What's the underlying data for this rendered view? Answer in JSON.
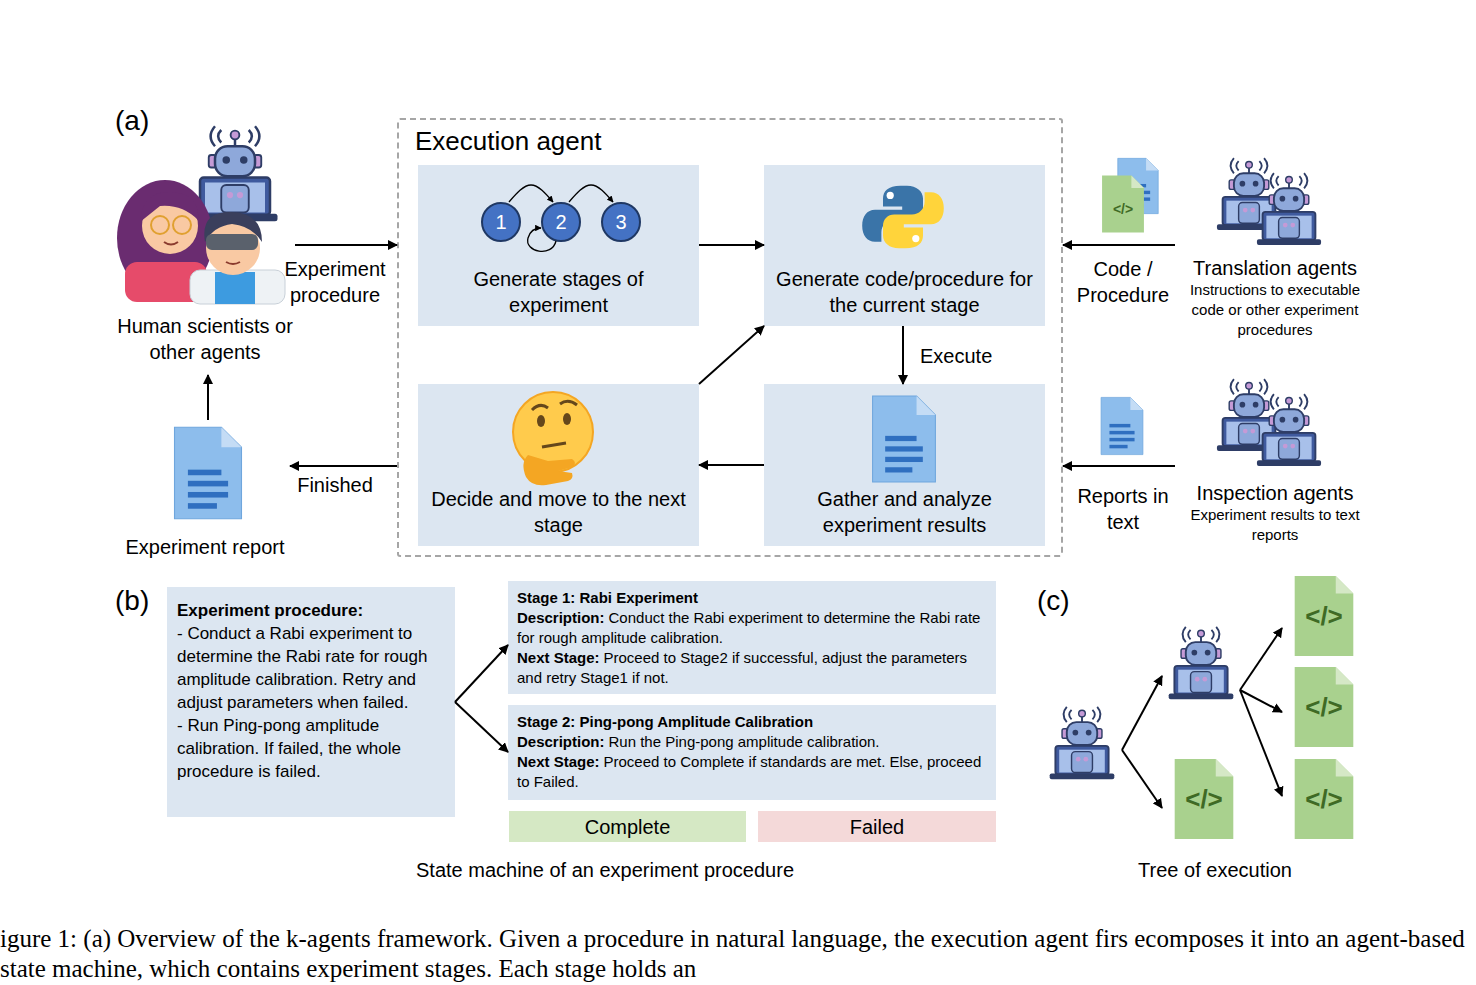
{
  "diagram": {
    "caption": "igure 1: (a) Overview of the k-agents framework. Given a procedure in natural language, the execution agent firs ecomposes it into an agent-based state machine, which contains experiment stages. Each stage holds an",
    "nodes": [
      {
        "text": [
          "Human scientists or other agents"
        ]
      },
      {
        "text": [
          "Execution agent"
        ]
      },
      {
        "text": [
          "Generate stages of experiment"
        ],
        "in": 1
      },
      {
        "text": [
          "1"
        ],
        "in": 2
      },
      {
        "text": [
          "2"
        ],
        "in": 2
      },
      {
        "text": [
          "3"
        ],
        "in": 2
      },
      {
        "text": [
          "Generate code/procedure for the current stage"
        ],
        "in": 1
      },
      {
        "text": [
          "Translation agents",
          "Instructions to executable code or other experiment procedures"
        ]
      },
      {
        "text": [
          "Decide and move to the next stage"
        ],
        "in": 1
      },
      {
        "text": [
          "Gather and analyze experiment results"
        ],
        "in": 1
      },
      {
        "text": [
          "Inspection agents",
          "Experiment results to text reports"
        ]
      },
      {
        "text": [
          "Experiment report"
        ]
      },
      {
        "text": [
          "Experiment procedure:",
          "- Conduct a Rabi experiment to determine the Rabi rate for rough amplitude calibration. Retry and adjust parameters when failed.",
          "- Run Ping-pong amplitude calibration. If failed, the whole procedure is failed."
        ]
      },
      {
        "text": [
          "Stage 1: Rabi Experiment",
          "Description:",
          "Conduct the Rabi experiment to determine the Rabi rate for rough amplitude calibration.",
          "Next Stage:",
          "Proceed to Stage2 if successful, adjust the parameters and retry Stage1 if not."
        ]
      },
      {
        "text": [
          "Stage 2: Ping-pong Amplitude Calibration",
          "Description:",
          "Run the Ping-pong amplitude calibration.",
          "Next Stage:",
          "Proceed to Complete if standards are met. Else, proceed to Failed."
        ]
      },
      {
        "text": [
          "Complete"
        ]
      },
      {
        "text": [
          "Failed"
        ]
      }
    ],
    "edges": [
      {
        "from": 0,
        "to": 1,
        "arrow": "to",
        "label": "Experiment procedure"
      },
      {
        "from": 2,
        "to": 6,
        "arrow": "to"
      },
      {
        "from": 3,
        "to": 4,
        "arrow": "to"
      },
      {
        "from": 4,
        "to": 5,
        "arrow": "to"
      },
      {
        "from": 7,
        "to": 1,
        "arrow": "to",
        "label": "Code / Procedure"
      },
      {
        "from": 6,
        "to": 9,
        "arrow": "to",
        "label": "Execute"
      },
      {
        "from": 9,
        "to": 8,
        "arrow": "to"
      },
      {
        "from": 8,
        "to": 6,
        "arrow": "to"
      },
      {
        "from": 10,
        "to": 1,
        "arrow": "to",
        "label": "Reports in text"
      },
      {
        "from": 1,
        "to": 11,
        "arrow": "to",
        "label": "Finished"
      },
      {
        "from": 11,
        "to": 0,
        "arrow": "to"
      },
      {
        "from": 12,
        "to": 13,
        "arrow": "to"
      },
      {
        "from": 12,
        "to": 14,
        "arrow": "to"
      }
    ],
    "labels": [
      "(a)",
      "</>",
      "(b)",
      "State machine of an experiment procedure",
      "(c)",
      "</>",
      "</>",
      "</>",
      "</>",
      "Tree of execution"
    ]
  }
}
